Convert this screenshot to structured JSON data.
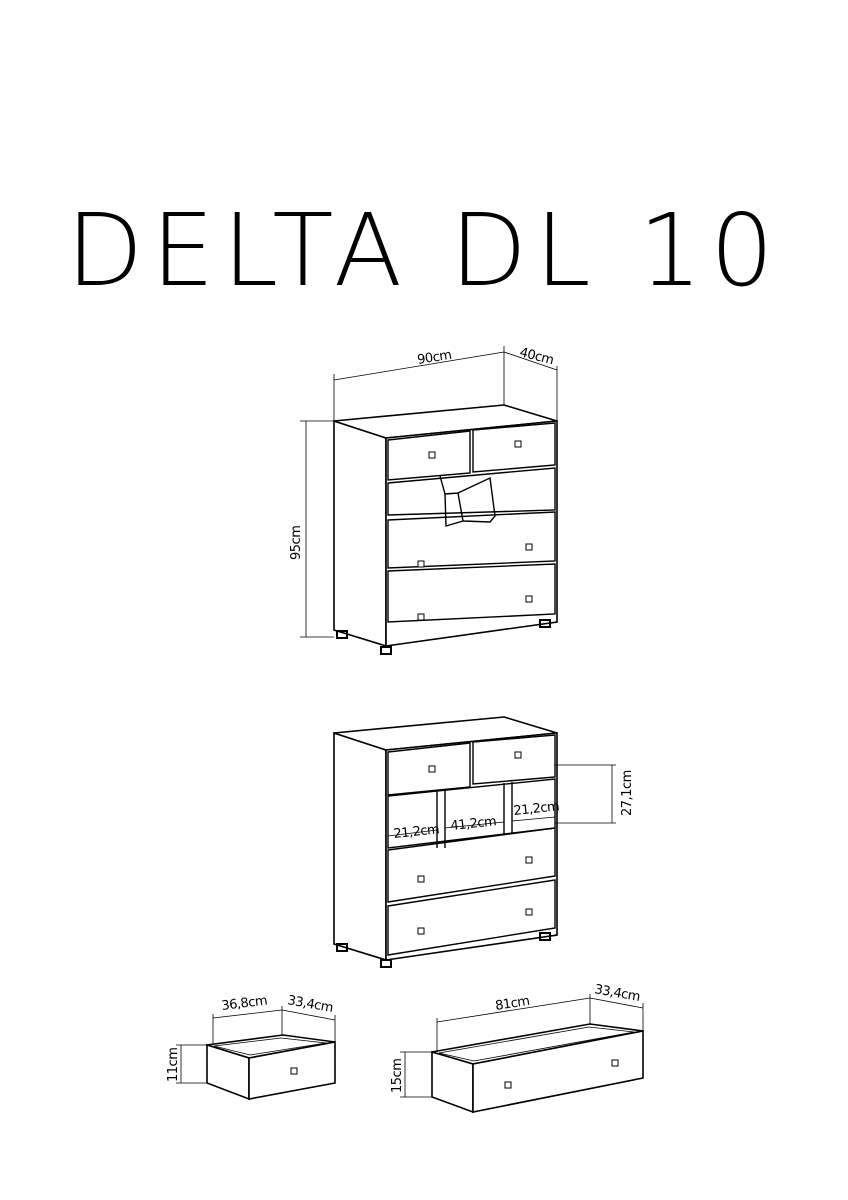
{
  "title": "DELTA DL 10",
  "view1": {
    "width": "90cm",
    "depth": "40cm",
    "height": "95cm"
  },
  "view2": {
    "niche_height": "27,1cm",
    "niche_left": "21,2cm",
    "niche_middle": "41,2cm",
    "niche_right": "21,2cm"
  },
  "small_drawer": {
    "width": "36,8cm",
    "depth": "33,4cm",
    "height": "11cm"
  },
  "large_drawer": {
    "width": "81cm",
    "depth": "33,4cm",
    "height": "15cm"
  }
}
